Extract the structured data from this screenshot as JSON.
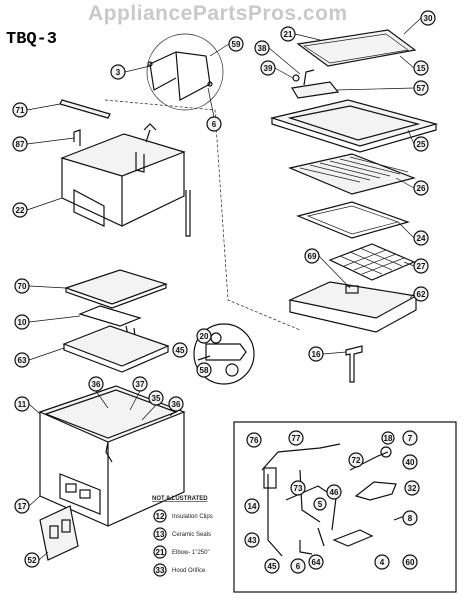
{
  "model": "TBQ-3",
  "watermark": "AppliancePartsPros.com",
  "callouts": [
    {
      "id": "c30",
      "num": "30"
    },
    {
      "id": "c21",
      "num": "21"
    },
    {
      "id": "c59",
      "num": "59"
    },
    {
      "id": "c3",
      "num": "3"
    },
    {
      "id": "c38",
      "num": "38"
    },
    {
      "id": "c15",
      "num": "15"
    },
    {
      "id": "c39",
      "num": "39"
    },
    {
      "id": "c57",
      "num": "57"
    },
    {
      "id": "c6a",
      "num": "6"
    },
    {
      "id": "c71",
      "num": "71"
    },
    {
      "id": "c87",
      "num": "87"
    },
    {
      "id": "c25",
      "num": "25"
    },
    {
      "id": "c22",
      "num": "22"
    },
    {
      "id": "c26",
      "num": "26"
    },
    {
      "id": "c24",
      "num": "24"
    },
    {
      "id": "c27",
      "num": "27"
    },
    {
      "id": "c69",
      "num": "69"
    },
    {
      "id": "c70",
      "num": "70"
    },
    {
      "id": "c62",
      "num": "62"
    },
    {
      "id": "c10",
      "num": "10"
    },
    {
      "id": "c20",
      "num": "20"
    },
    {
      "id": "c63",
      "num": "63"
    },
    {
      "id": "c45a",
      "num": "45"
    },
    {
      "id": "c58",
      "num": "58"
    },
    {
      "id": "c16",
      "num": "16"
    },
    {
      "id": "c36a",
      "num": "36"
    },
    {
      "id": "c37",
      "num": "37"
    },
    {
      "id": "c35",
      "num": "35"
    },
    {
      "id": "c36b",
      "num": "36"
    },
    {
      "id": "c11",
      "num": "11"
    },
    {
      "id": "c17",
      "num": "17"
    },
    {
      "id": "c52",
      "num": "52"
    },
    {
      "id": "c76",
      "num": "76"
    },
    {
      "id": "c77",
      "num": "77"
    },
    {
      "id": "c7",
      "num": "7"
    },
    {
      "id": "c18",
      "num": "18"
    },
    {
      "id": "c40",
      "num": "40"
    },
    {
      "id": "c72",
      "num": "72"
    },
    {
      "id": "c73",
      "num": "73"
    },
    {
      "id": "c46",
      "num": "46"
    },
    {
      "id": "c32",
      "num": "32"
    },
    {
      "id": "c5",
      "num": "5"
    },
    {
      "id": "c14",
      "num": "14"
    },
    {
      "id": "c8",
      "num": "8"
    },
    {
      "id": "c43",
      "num": "43"
    },
    {
      "id": "c45b",
      "num": "45"
    },
    {
      "id": "c6b",
      "num": "6"
    },
    {
      "id": "c64",
      "num": "64"
    },
    {
      "id": "c4",
      "num": "4"
    },
    {
      "id": "c60",
      "num": "60"
    }
  ],
  "legend": {
    "heading": "NOT ILLUSTRATED",
    "items": [
      {
        "num": "12",
        "text": "Insulation Clips"
      },
      {
        "num": "13",
        "text": "Ceramic Seals"
      },
      {
        "num": "21",
        "text": "Elbow- 1\"250\""
      },
      {
        "num": "33",
        "text": "Hood Orifice"
      }
    ]
  }
}
